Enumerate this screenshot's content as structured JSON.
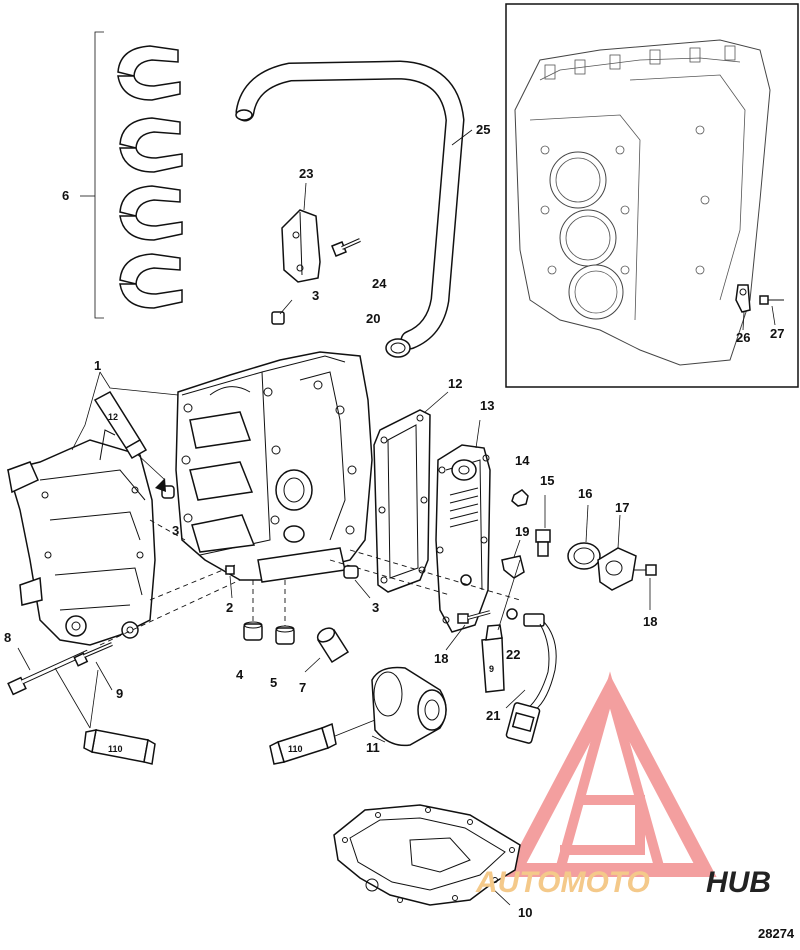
{
  "diagram": {
    "figure_number": "28274",
    "callouts": [
      "1",
      "2",
      "3",
      "4",
      "5",
      "6",
      "7",
      "8",
      "9",
      "10",
      "11",
      "12",
      "13",
      "14",
      "15",
      "16",
      "17",
      "18",
      "19",
      "20",
      "21",
      "22",
      "23",
      "24",
      "25",
      "26",
      "27"
    ],
    "tube_labels": {
      "lube_12": "12",
      "lube_110_left": "110",
      "lube_110_center": "110",
      "lube_9": "9"
    }
  },
  "watermark": {
    "brand_part1": "AUTOMOTO",
    "brand_part2": "HUB",
    "colors": {
      "logo": "#f08080",
      "part1": "#f4c98a",
      "part2": "#222222"
    }
  }
}
